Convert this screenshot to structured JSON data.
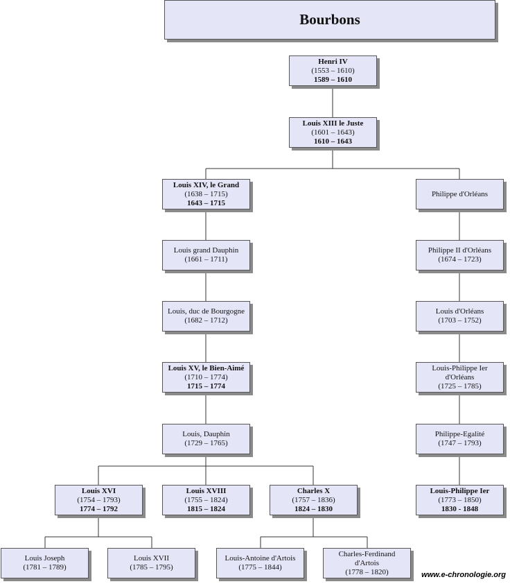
{
  "title": "Bourbons",
  "credit": "www.e-chronologie.org",
  "nodes": {
    "henri_iv": {
      "name": "Henri IV",
      "dates": "(1553 – 1610)",
      "reign": "1589 – 1610"
    },
    "louis_xiii": {
      "name": "Louis XIII le Juste",
      "dates": "(1601 – 1643)",
      "reign": "1610 – 1643"
    },
    "louis_xiv": {
      "name": "Louis XIV, le Grand",
      "dates": "(1638 – 1715)",
      "reign": "1643 – 1715"
    },
    "philippe_orleans": {
      "name": "Philippe d'Orléans"
    },
    "louis_grand_dauphin": {
      "name": "Louis grand Dauphin",
      "dates": "(1661 – 1711)"
    },
    "philippe_ii": {
      "name": "Philippe II d'Orléans",
      "dates": "(1674 – 1723)"
    },
    "louis_bourgogne": {
      "name": "Louis, duc de Bourgogne",
      "dates": "(1682 – 1712)"
    },
    "louis_orleans": {
      "name": "Louis d'Orléans",
      "dates": "(1703 – 1752)"
    },
    "louis_xv": {
      "name": "Louis XV, le Bien-Aimé",
      "dates": "(1710 – 1774)",
      "reign": "1715 – 1774"
    },
    "louis_philippe_i_orleans": {
      "name": "Louis-Philippe Ier d'Orléans",
      "dates": "(1725 – 1785)"
    },
    "louis_dauphin": {
      "name": "Louis, Dauphin",
      "dates": "(1729 – 1765)"
    },
    "philippe_egalite": {
      "name": "Philippe-Egalité",
      "dates": "(1747 – 1793)"
    },
    "louis_xvi": {
      "name": "Louis XVI",
      "dates": "(1754 – 1793)",
      "reign": "1774 – 1792"
    },
    "louis_xviii": {
      "name": "Louis XVIII",
      "dates": "(1755 – 1824)",
      "reign": "1815 – 1824"
    },
    "charles_x": {
      "name": "Charles X",
      "dates": "(1757 – 1836)",
      "reign": "1824 – 1830"
    },
    "louis_philippe_ier": {
      "name": "Louis-Philippe Ier",
      "dates": "(1773 – 1850)",
      "reign": "1830 - 1848"
    },
    "louis_joseph": {
      "name": "Louis Joseph",
      "dates": "(1781 – 1789)"
    },
    "louis_xvii": {
      "name": "Louis XVII",
      "dates": "(1785 – 1795)"
    },
    "louis_antoine": {
      "name": "Louis-Antoine d'Artois",
      "dates": "(1775 – 1844)"
    },
    "charles_ferdinand": {
      "name": "Charles-Ferdinand d'Artois",
      "dates": "(1778 – 1820)"
    }
  }
}
